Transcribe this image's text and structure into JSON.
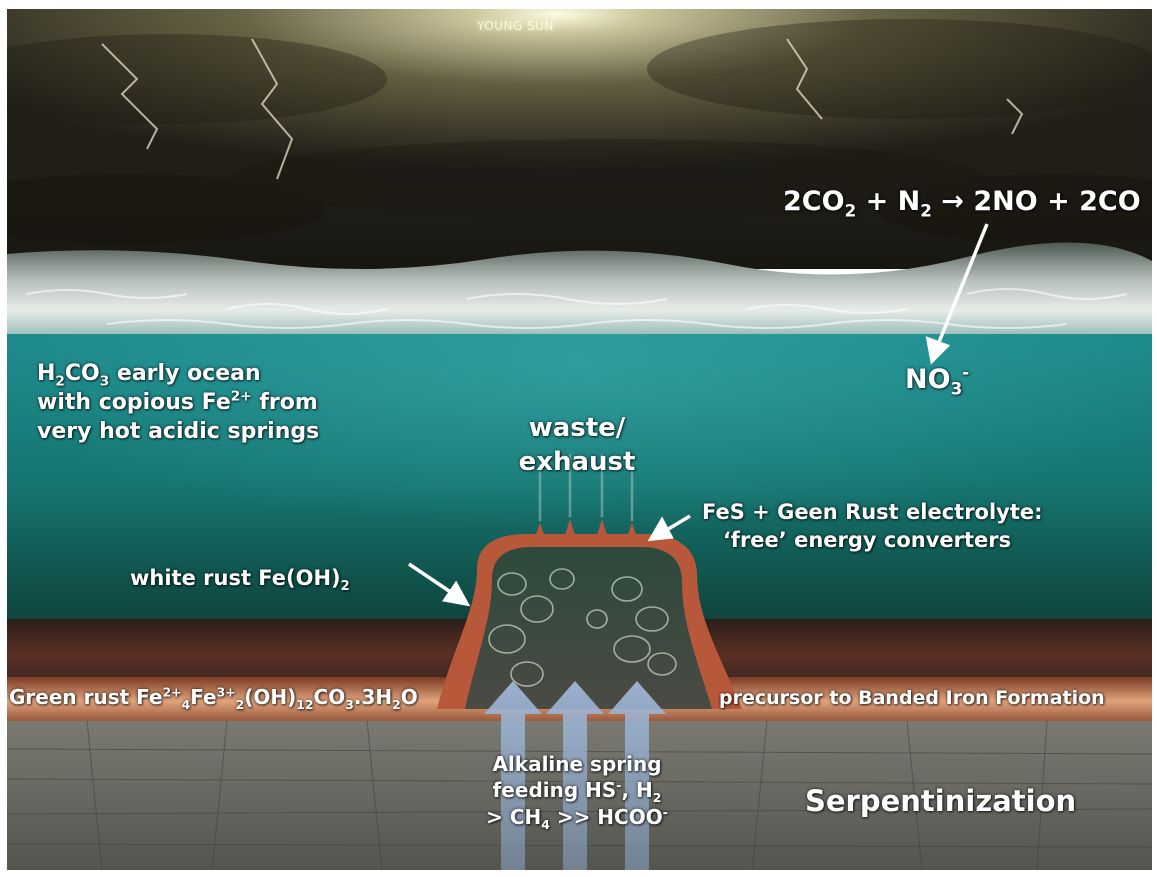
{
  "labels": {
    "young_sun": "YOUNG SUN",
    "atmosphere_reaction": {
      "pre": "2CO",
      "sub1": "2",
      "mid": " + N",
      "sub2": "2",
      "post": " → 2NO + 2CO"
    },
    "nitrate": {
      "base": "NO",
      "sub": "3",
      "sup": "-"
    },
    "early_ocean": {
      "line1_pre": "H",
      "line1_sub1": "2",
      "line1_mid": "CO",
      "line1_sub2": "3",
      "line1_post": " early ocean",
      "line2_pre": "with copious Fe",
      "line2_sup": "2+",
      "line2_post": " from",
      "line3": "very hot acidic springs"
    },
    "waste": {
      "line1": "waste/",
      "line2": "exhaust"
    },
    "white_rust": {
      "pre": "white rust Fe(OH)",
      "sub": "2"
    },
    "fes_green_rust": {
      "line1": "FeS + Geen Rust electrolyte:",
      "line2": "‘free’ energy converters"
    },
    "green_rust": {
      "t1": "Green rust Fe",
      "sup1": "2+",
      "sub1": "4",
      "t2": "Fe",
      "sup2": "3+",
      "sub2": "2",
      "t3": "(OH)",
      "sub3": "12",
      "t4": "CO",
      "sub4": "3",
      "t5": ".3H",
      "sub5": "2",
      "t6": "O"
    },
    "banded_iron": "precursor to Banded Iron Formation",
    "alkaline_spring": {
      "line1": "Alkaline spring",
      "line2_pre": "feeding HS",
      "line2_sup": "-",
      "line2_mid": ", H",
      "line2_sub": "2",
      "line3_pre": "> CH",
      "line3_sub": "4",
      "line3_post": " >> HCOO",
      "line3_sup": "-"
    },
    "serpentinization": "Serpentinization"
  },
  "colors": {
    "label_text": "#ffffff",
    "sky_dark": "#2a2718",
    "sky_light": "#c9c3a1",
    "ocean": "#17797c",
    "ocean_deep": "#0f4a44",
    "rust": "#c0603a",
    "bedrock": "#6b6b63",
    "spring_arrows": "#8aa6c8"
  }
}
